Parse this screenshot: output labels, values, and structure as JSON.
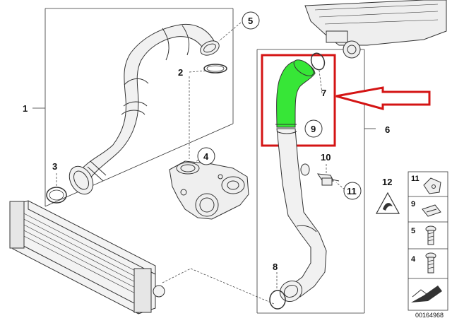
{
  "diagram": {
    "labels": {
      "p1": "1",
      "p2": "2",
      "p3": "3",
      "p4": "4",
      "p5": "5",
      "p6": "6",
      "p7": "7",
      "p8": "8",
      "p9": "9",
      "p10": "10",
      "p11": "11",
      "p12": "12"
    },
    "legend": {
      "row_a": "11",
      "row_b": "9",
      "row_c": "5",
      "row_d": "4"
    },
    "drawing_number": "00164968",
    "colors": {
      "highlight_fill": "#37e637",
      "highlight_frame": "#d41414",
      "arrow": "#d41414",
      "line": "#333333"
    }
  }
}
